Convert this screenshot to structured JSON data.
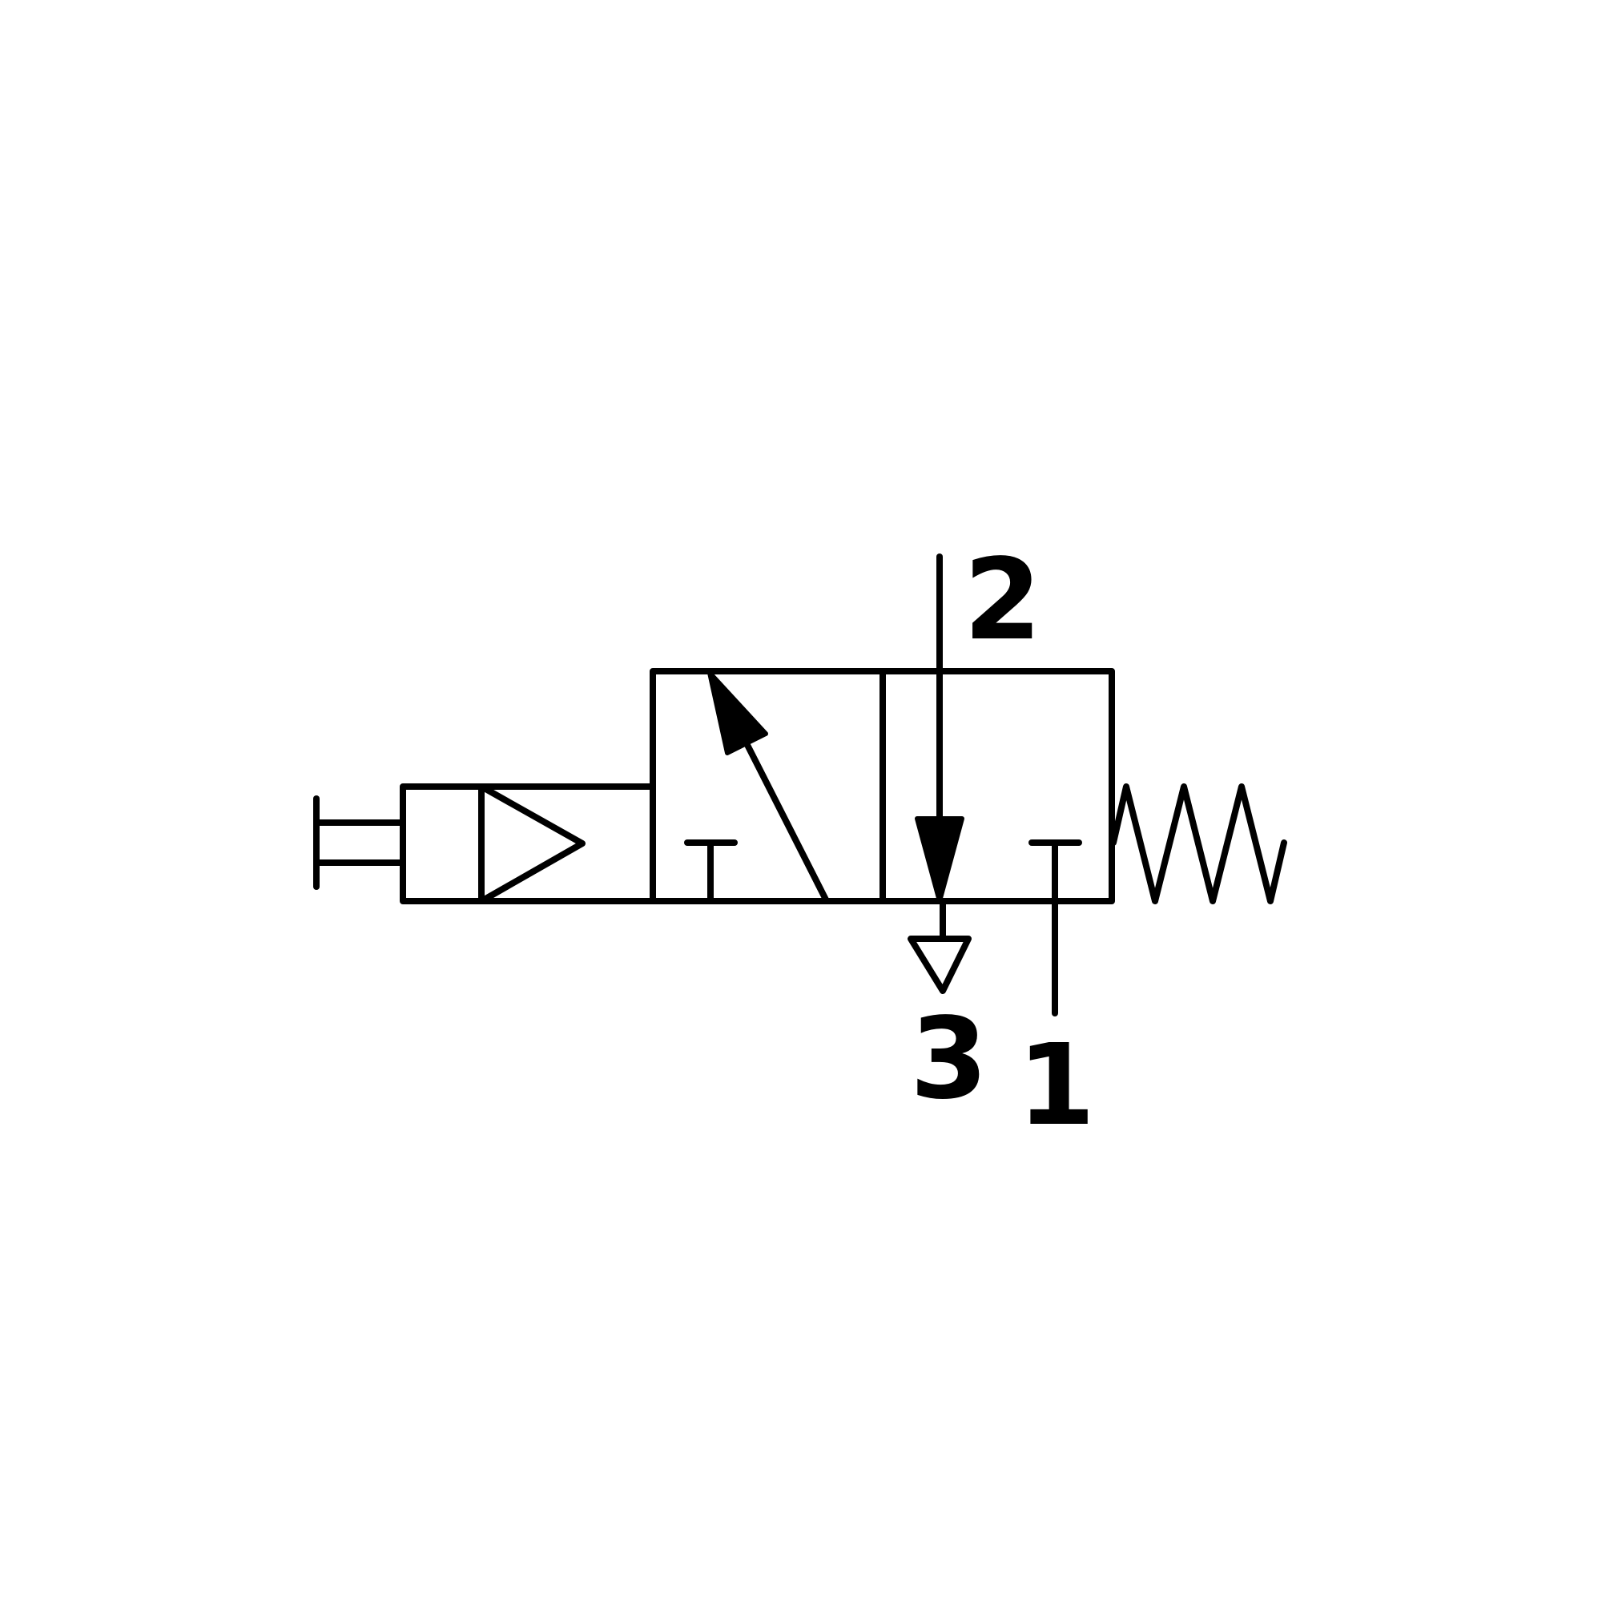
{
  "diagram": {
    "type": "pneumatic-3-2-directional-valve-symbol",
    "stroke_color": "#000000",
    "background_color": "#ffffff",
    "ports": {
      "port_2": {
        "label": "2"
      },
      "port_3": {
        "label": "3"
      },
      "port_1": {
        "label": "1"
      }
    },
    "components": [
      "manual-push-button-actuator",
      "solenoid-pilot-actuator",
      "valve-position-left-flow-1-to-2",
      "valve-position-right-flow-2-to-3",
      "exhaust-port",
      "return-spring"
    ]
  }
}
